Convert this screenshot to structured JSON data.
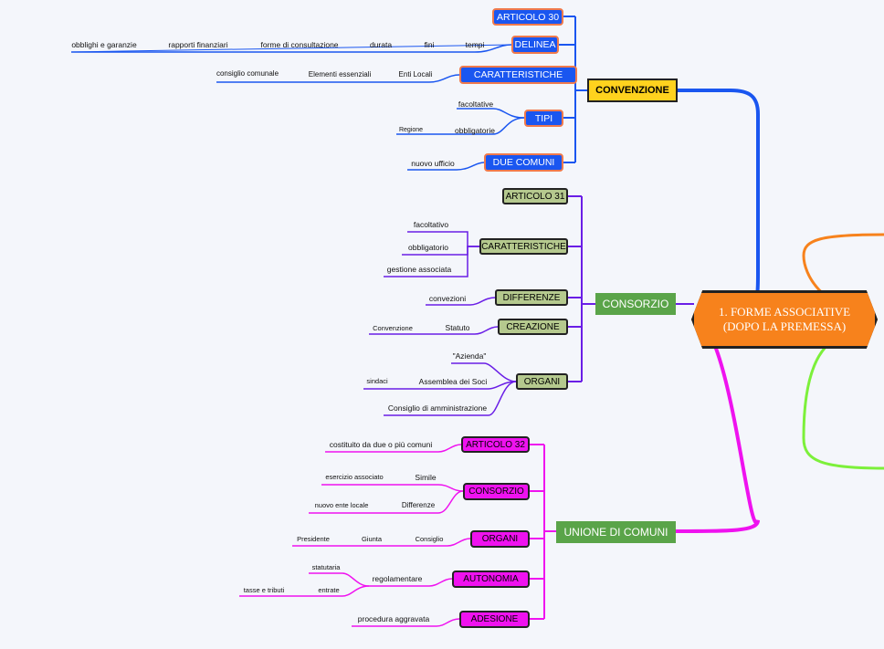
{
  "main": {
    "line1": "1. FORME ASSOCIATIVE",
    "line2": "(DOPO LA PREMESSA)"
  },
  "convenzione": {
    "label": "CONVENZIONE",
    "articolo": "ARTICOLO 30",
    "delinea": {
      "label": "DELINEA",
      "items": [
        "obblighi e garanzie",
        "rapporti finanziari",
        "forme di consultazione",
        "durata",
        "fini",
        "tempi"
      ]
    },
    "caratteristiche": {
      "label": "CARATTERISTICHE",
      "items": [
        "consiglio comunale",
        "Elementi essenziali",
        "Enti Locali"
      ]
    },
    "tipi": {
      "label": "TIPI",
      "facoltative": "facoltative",
      "obbligatorie": "obbligatorie",
      "regione": "Regione"
    },
    "due_comuni": {
      "label": "DUE COMUNI",
      "item": "nuovo ufficio"
    }
  },
  "consorzio": {
    "label": "CONSORZIO",
    "articolo": "ARTICOLO 31",
    "caratteristiche": {
      "label": "CARATTERISTICHE",
      "items": [
        "facoltativo",
        "obbligatorio",
        "gestione associata"
      ]
    },
    "differenze": {
      "label": "DIFFERENZE",
      "item": "convezioni"
    },
    "creazione": {
      "label": "CREAZIONE",
      "items": [
        "Convenzione",
        "Statuto"
      ]
    },
    "organi": {
      "label": "ORGANI",
      "azienda": "\"Azienda\"",
      "assemblea": "Assemblea dei Soci",
      "sindaci": "sindaci",
      "consiglio": "Consiglio di amministrazione"
    }
  },
  "unione": {
    "label": "UNIONE DI COMUNI",
    "articolo": {
      "label": "ARTICOLO 32",
      "item": "costituito da due o più comuni"
    },
    "consorzio": {
      "label": "CONSORZIO",
      "simile": "Simile",
      "esercizio": "esercizio associato",
      "differenze": "Differenze",
      "nuovo_ente": "nuovo ente locale"
    },
    "organi": {
      "label": "ORGANI",
      "items": [
        "Presidente",
        "Giunta",
        "Consiglio"
      ]
    },
    "autonomia": {
      "label": "AUTONOMIA",
      "regolamentare": "regolamentare",
      "statutaria": "statutaria",
      "entrate": "entrate",
      "tasse": "tasse e tributi"
    },
    "adesione": {
      "label": "ADESIONE",
      "item": "procedura aggravata"
    }
  },
  "colors": {
    "blue": "#1a56f0",
    "orange": "#f7821c",
    "purple": "#6a1ee6",
    "magenta": "#ef12ef",
    "green": "#7cf03a",
    "yellow": "#ffd21e"
  }
}
